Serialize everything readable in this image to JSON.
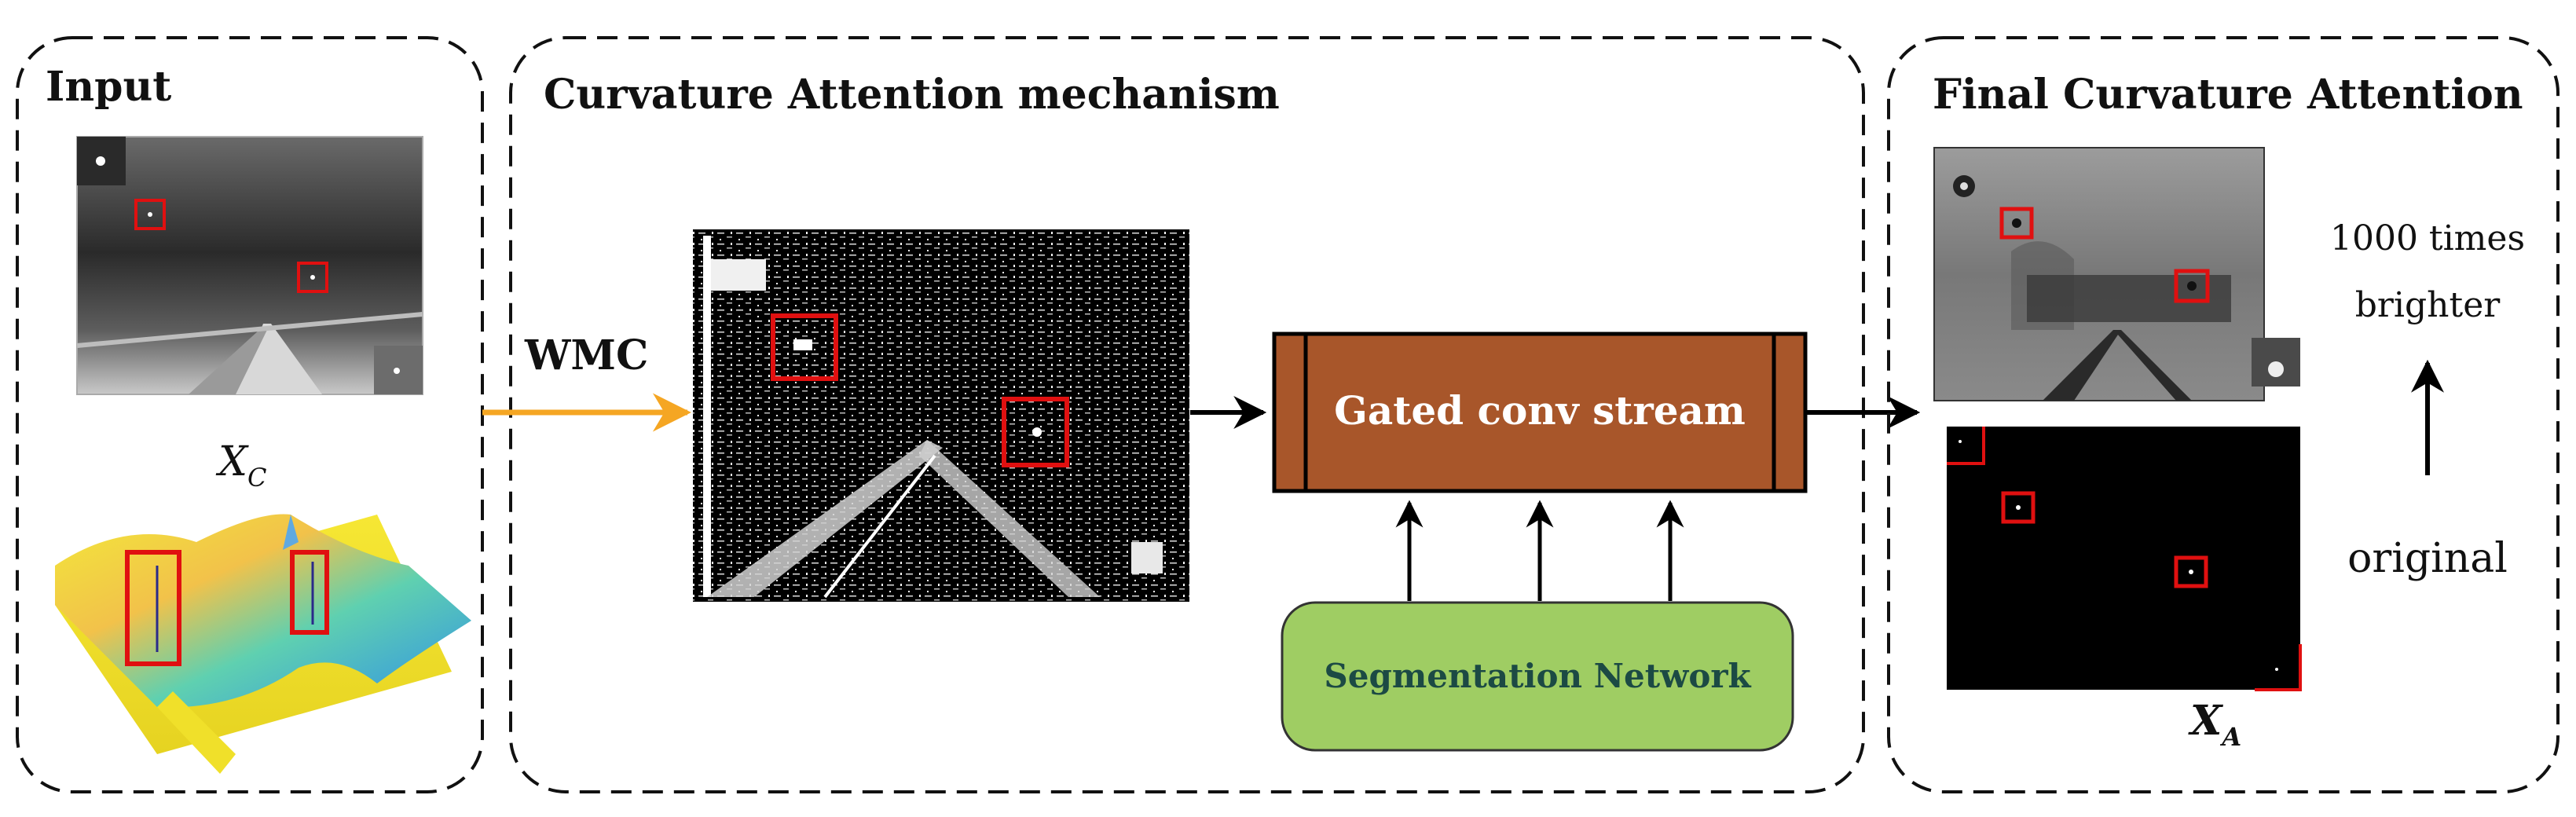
{
  "panels": {
    "input": {
      "title": "Input",
      "xc_label": "X",
      "xc_sub": "C"
    },
    "mechanism": {
      "title": "Curvature Attention mechanism",
      "wmc_label": "WMC",
      "gated_label": "Gated conv stream",
      "segmentation_label": "Segmentation Network"
    },
    "final": {
      "title": "Final Curvature Attention",
      "brighter_line1": "1000 times",
      "brighter_line2": "brighter",
      "original_label": "original",
      "xa_label": "X",
      "xa_sub": "A"
    }
  },
  "colors": {
    "wmc_arrow": "#f5a623",
    "gated_fill": "#a8562a",
    "segmentation_fill": "#9fcd63",
    "segmentation_text": "#1c4a44",
    "highlight_box": "#e01010"
  }
}
